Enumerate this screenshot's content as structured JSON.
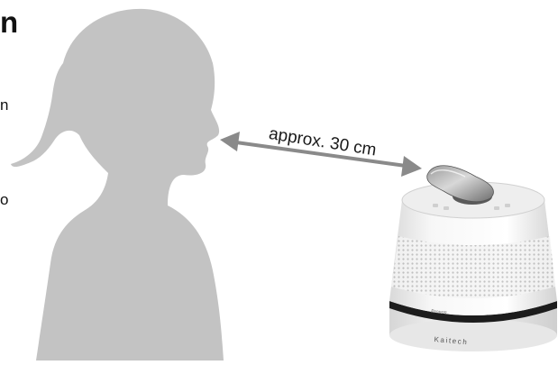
{
  "heading_fragment": "n",
  "side_text_fragments": [
    "n",
    "o"
  ],
  "distance_label": "approx. 30 cm",
  "device": {
    "model_label": "Pronon",
    "brand_label": "Kaitech"
  },
  "colors": {
    "silhouette": "#c3c3c3",
    "arrow": "#8a8a8a",
    "device_body": "#f2f2f2",
    "device_band": "#1c1c1c"
  }
}
